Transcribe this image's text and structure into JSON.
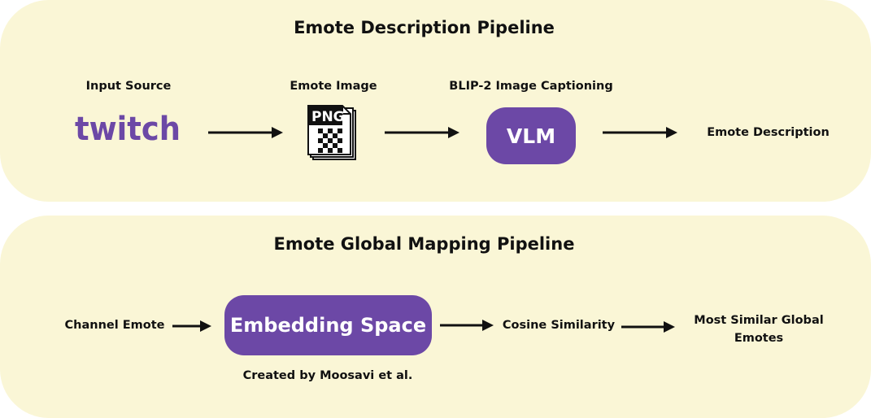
{
  "pipeline1": {
    "title": "Emote Description Pipeline",
    "input_source_label": "Input Source",
    "logo_text": "twitch",
    "emote_image_label": "Emote Image",
    "png_text": "PNG",
    "captioning_label": "BLIP-2 Image Captioning",
    "vlm_label": "VLM",
    "output_label": "Emote Description"
  },
  "pipeline2": {
    "title": "Emote Global Mapping Pipeline",
    "channel_emote_label": "Channel Emote",
    "embedding_label": "Embedding Space",
    "credit_label": "Created by Moosavi et al.",
    "cosine_label": "Cosine Similarity",
    "output_label": "Most Similar Global Emotes"
  },
  "colors": {
    "panel_bg": "#faf6d6",
    "accent_purple": "#6c48a6",
    "text": "#111111"
  }
}
